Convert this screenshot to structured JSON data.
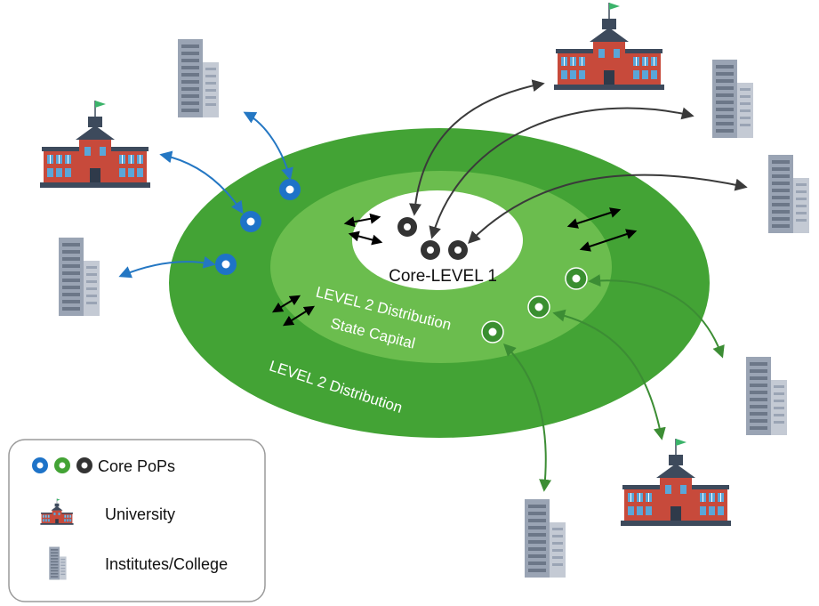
{
  "diagram": {
    "core_label": "Core-LEVEL 1",
    "ring_middle_label_1": "LEVEL 2 Distribution",
    "ring_middle_label_2": "State Capital",
    "ring_outer_label": "LEVEL 2 Distribution"
  },
  "legend": {
    "pops_label": "Core PoPs",
    "university_label": "University",
    "institutes_label": "Institutes/College"
  },
  "colors": {
    "outer_ring": "#43a335",
    "middle_ring": "#6bbd4e",
    "core": "#ffffff",
    "pop_blue": "#1e73c8",
    "pop_green": "#43a335",
    "pop_dark": "#333333",
    "arrow_blue": "#2477c3",
    "arrow_green": "#3c8d34",
    "arrow_dark": "#3a3a3a",
    "university_brick": "#c74a3b",
    "university_roof": "#3d4a5c",
    "building_gray": "#9aa4b4"
  },
  "icons": {
    "university": "university-icon",
    "building": "institute-building-icon",
    "pop": "core-pop-icon"
  }
}
